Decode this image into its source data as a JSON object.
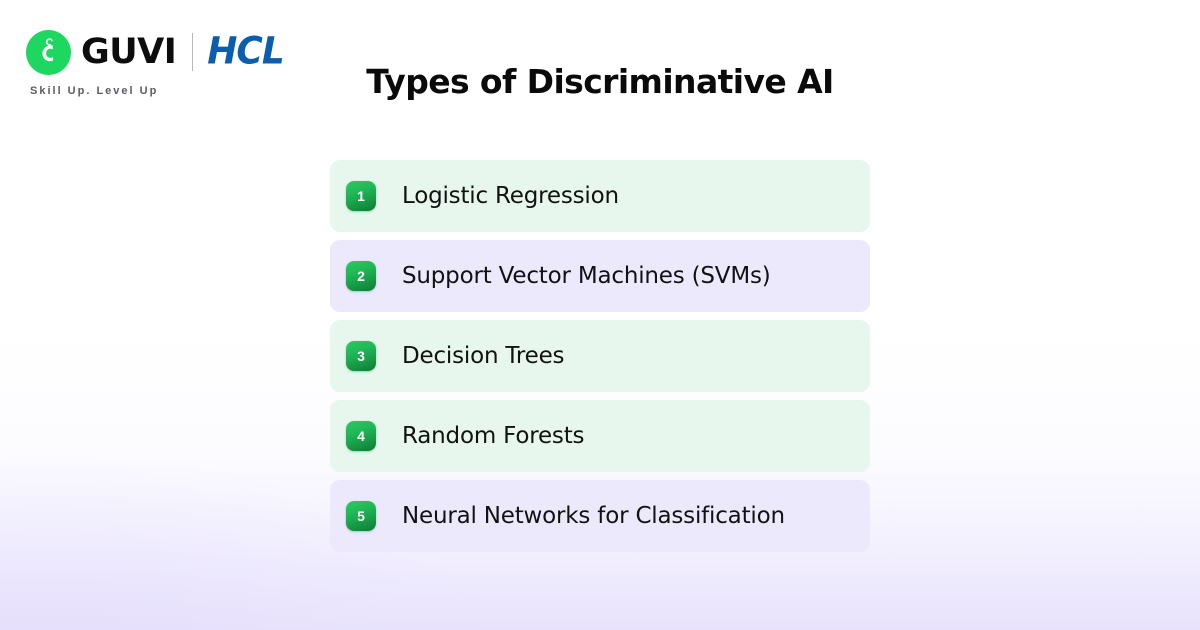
{
  "header": {
    "brand": {
      "guvi_name": "GUVI",
      "guvi_icon": "guvi-g-logomark",
      "divider_icon": "vertical-divider",
      "partner_name": "HCL",
      "tagline": "Skill Up. Level Up"
    },
    "title": "Types of Discriminative AI"
  },
  "list": {
    "items": [
      {
        "number": "1",
        "label": "Logistic Regression",
        "tone": "green"
      },
      {
        "number": "2",
        "label": "Support Vector Machines (SVMs)",
        "tone": "purple"
      },
      {
        "number": "3",
        "label": "Decision Trees",
        "tone": "green"
      },
      {
        "number": "4",
        "label": "Random Forests",
        "tone": "green"
      },
      {
        "number": "5",
        "label": "Neural Networks for Classification",
        "tone": "purple"
      }
    ]
  },
  "theme": {
    "background": "#FFFFFF",
    "green_card": "#E7F7ED",
    "purple_card": "#EDE9FD",
    "badge_green_light": "#2ACB63",
    "badge_green_dark": "#0F7A36",
    "guvi_green": "#1ED760",
    "hcl_blue": "#0B5EAD",
    "title_color": "#0A0A0A",
    "label_color": "#121212",
    "tagline_color": "#5B5B66",
    "bottom_wash": "#E9E4FD"
  }
}
